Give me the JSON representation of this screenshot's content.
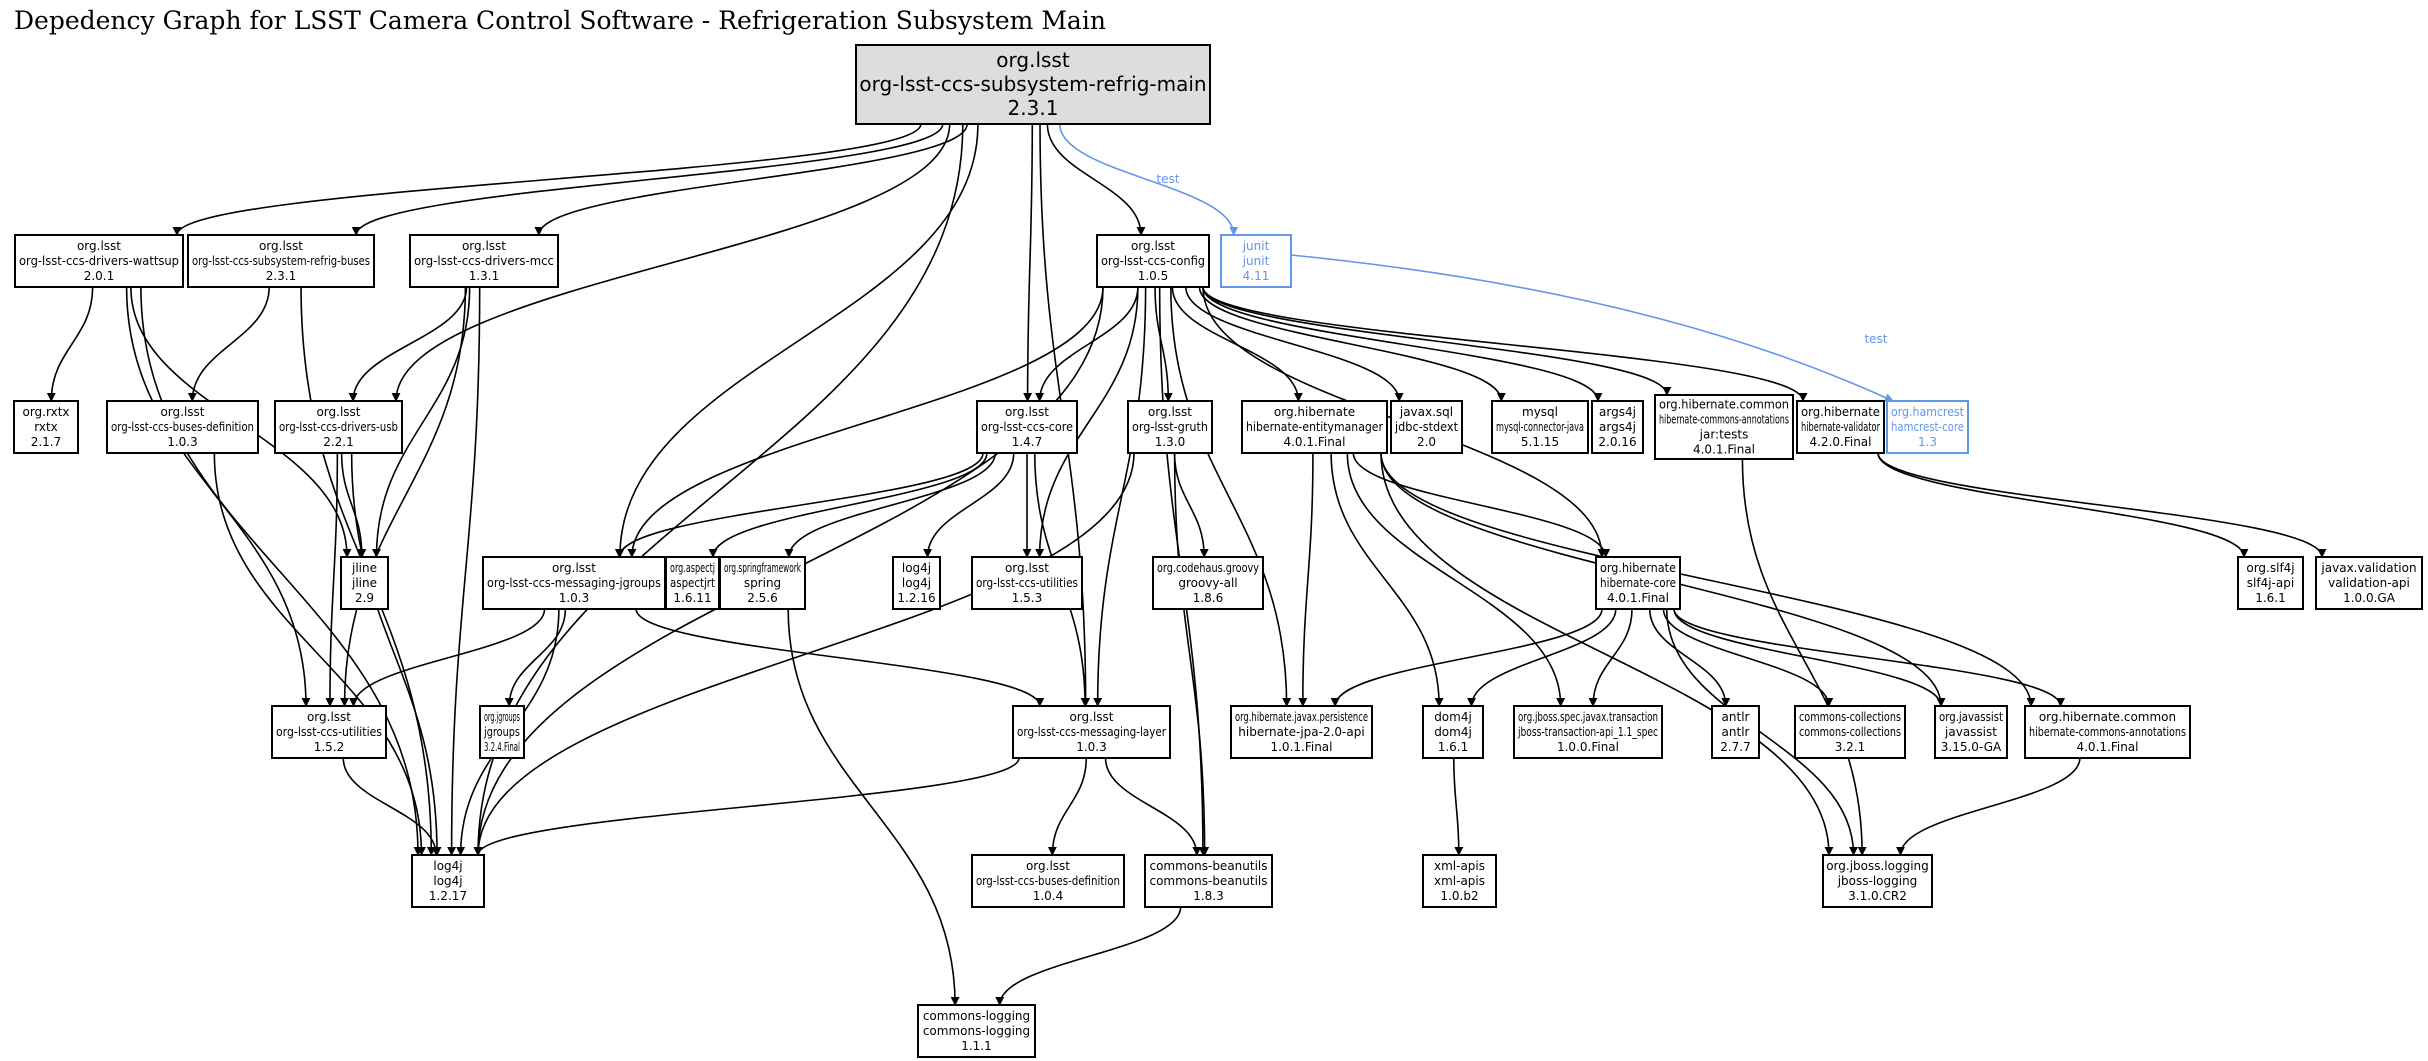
{
  "title": "Depedency Graph for LSST Camera Control Software - Refrigeration Subsystem Main",
  "graph": {
    "colors": {
      "scope_test": "#6495ed",
      "root_fill": "#dddddd",
      "default": "#000000"
    },
    "nodes": [
      {
        "id": "root",
        "group": "org.lsst",
        "artifact": "org-lsst-ccs-subsystem-refrig-main",
        "version": "2.3.1",
        "root": true
      },
      {
        "id": "wattsup",
        "group": "org.lsst",
        "artifact": "org-lsst-ccs-drivers-wattsup",
        "version": "2.0.1"
      },
      {
        "id": "refrig-buses",
        "group": "org.lsst",
        "artifact": "org-lsst-ccs-subsystem-refrig-buses",
        "version": "2.3.1"
      },
      {
        "id": "mcc",
        "group": "org.lsst",
        "artifact": "org-lsst-ccs-drivers-mcc",
        "version": "1.3.1"
      },
      {
        "id": "config",
        "group": "org.lsst",
        "artifact": "org-lsst-ccs-config",
        "version": "1.0.5"
      },
      {
        "id": "junit",
        "group": "junit",
        "artifact": "junit",
        "version": "4.11",
        "scope": "test"
      },
      {
        "id": "rxtx",
        "group": "org.rxtx",
        "artifact": "rxtx",
        "version": "2.1.7"
      },
      {
        "id": "buses-def-103",
        "group": "org.lsst",
        "artifact": "org-lsst-ccs-buses-definition",
        "version": "1.0.3"
      },
      {
        "id": "drivers-usb",
        "group": "org.lsst",
        "artifact": "org-lsst-ccs-drivers-usb",
        "version": "2.2.1"
      },
      {
        "id": "ccs-core",
        "group": "org.lsst",
        "artifact": "org-lsst-ccs-core",
        "version": "1.4.7"
      },
      {
        "id": "gruth",
        "group": "org.lsst",
        "artifact": "org-lsst-gruth",
        "version": "1.3.0"
      },
      {
        "id": "entitymanager",
        "group": "org.hibernate",
        "artifact": "hibernate-entitymanager",
        "version": "4.0.1.Final"
      },
      {
        "id": "jdbc-stdext",
        "group": "javax.sql",
        "artifact": "jdbc-stdext",
        "version": "2.0"
      },
      {
        "id": "mysql",
        "group": "mysql",
        "artifact": "mysql-connector-java",
        "version": "5.1.15"
      },
      {
        "id": "args4j",
        "group": "args4j",
        "artifact": "args4j",
        "version": "2.0.16"
      },
      {
        "id": "hca-tests",
        "group": "org.hibernate.common",
        "artifact": "hibernate-commons-annotations",
        "classifier": "jar:tests",
        "version": "4.0.1.Final"
      },
      {
        "id": "validator",
        "group": "org.hibernate",
        "artifact": "hibernate-validator",
        "version": "4.2.0.Final"
      },
      {
        "id": "hamcrest",
        "group": "org.hamcrest",
        "artifact": "hamcrest-core",
        "version": "1.3",
        "scope": "test"
      },
      {
        "id": "jline",
        "group": "jline",
        "artifact": "jline",
        "version": "2.9"
      },
      {
        "id": "jgroups-msg",
        "group": "org.lsst",
        "artifact": "org-lsst-ccs-messaging-jgroups",
        "version": "1.0.3"
      },
      {
        "id": "aspectj",
        "group": "org.aspectj",
        "artifact": "aspectjrt",
        "version": "1.6.11"
      },
      {
        "id": "spring",
        "group": "org.springframework",
        "artifact": "spring",
        "version": "2.5.6"
      },
      {
        "id": "log4j-1216",
        "group": "log4j",
        "artifact": "log4j",
        "version": "1.2.16"
      },
      {
        "id": "utilities-153",
        "group": "org.lsst",
        "artifact": "org-lsst-ccs-utilities",
        "version": "1.5.3"
      },
      {
        "id": "groovy",
        "group": "org.codehaus.groovy",
        "artifact": "groovy-all",
        "version": "1.8.6"
      },
      {
        "id": "hib-core",
        "group": "org.hibernate",
        "artifact": "hibernate-core",
        "version": "4.0.1.Final"
      },
      {
        "id": "slf4j",
        "group": "org.slf4j",
        "artifact": "slf4j-api",
        "version": "1.6.1"
      },
      {
        "id": "validation-api",
        "group": "javax.validation",
        "artifact": "validation-api",
        "version": "1.0.0.GA"
      },
      {
        "id": "utilities-152",
        "group": "org.lsst",
        "artifact": "org-lsst-ccs-utilities",
        "version": "1.5.2"
      },
      {
        "id": "jgroups",
        "group": "org.jgroups",
        "artifact": "jgroups",
        "version": "3.2.4.Final"
      },
      {
        "id": "msg-layer",
        "group": "org.lsst",
        "artifact": "org-lsst-ccs-messaging-layer",
        "version": "1.0.3"
      },
      {
        "id": "jpa-api",
        "group": "org.hibernate.javax.persistence",
        "artifact": "hibernate-jpa-2.0-api",
        "version": "1.0.1.Final"
      },
      {
        "id": "dom4j",
        "group": "dom4j",
        "artifact": "dom4j",
        "version": "1.6.1"
      },
      {
        "id": "jta",
        "group": "org.jboss.spec.javax.transaction",
        "artifact": "jboss-transaction-api_1.1_spec",
        "version": "1.0.0.Final"
      },
      {
        "id": "antlr",
        "group": "antlr",
        "artifact": "antlr",
        "version": "2.7.7"
      },
      {
        "id": "collections",
        "group": "commons-collections",
        "artifact": "commons-collections",
        "version": "3.2.1"
      },
      {
        "id": "javassist",
        "group": "org.javassist",
        "artifact": "javassist",
        "version": "3.15.0-GA"
      },
      {
        "id": "hca",
        "group": "org.hibernate.common",
        "artifact": "hibernate-commons-annotations",
        "version": "4.0.1.Final"
      },
      {
        "id": "log4j-1217",
        "group": "log4j",
        "artifact": "log4j",
        "version": "1.2.17"
      },
      {
        "id": "buses-def-104",
        "group": "org.lsst",
        "artifact": "org-lsst-ccs-buses-definition",
        "version": "1.0.4"
      },
      {
        "id": "beanutils",
        "group": "commons-beanutils",
        "artifact": "commons-beanutils",
        "version": "1.8.3"
      },
      {
        "id": "xml-apis",
        "group": "xml-apis",
        "artifact": "xml-apis",
        "version": "1.0.b2"
      },
      {
        "id": "jboss-logging",
        "group": "org.jboss.logging",
        "artifact": "jboss-logging",
        "version": "3.1.0.CR2"
      },
      {
        "id": "commons-logging",
        "group": "commons-logging",
        "artifact": "commons-logging",
        "version": "1.1.1"
      }
    ],
    "edges": [
      {
        "from": "root",
        "to": "wattsup"
      },
      {
        "from": "root",
        "to": "refrig-buses"
      },
      {
        "from": "root",
        "to": "mcc"
      },
      {
        "from": "root",
        "to": "drivers-usb"
      },
      {
        "from": "root",
        "to": "log4j-1217"
      },
      {
        "from": "root",
        "to": "jgroups-msg"
      },
      {
        "from": "root",
        "to": "ccs-core"
      },
      {
        "from": "root",
        "to": "msg-layer"
      },
      {
        "from": "root",
        "to": "config"
      },
      {
        "from": "root",
        "to": "junit",
        "scope": "test",
        "label": "test"
      },
      {
        "from": "junit",
        "to": "hamcrest",
        "scope": "test",
        "label": "test"
      },
      {
        "from": "wattsup",
        "to": "rxtx"
      },
      {
        "from": "wattsup",
        "to": "utilities-152"
      },
      {
        "from": "wattsup",
        "to": "jline"
      },
      {
        "from": "wattsup",
        "to": "log4j-1217"
      },
      {
        "from": "refrig-buses",
        "to": "buses-def-103"
      },
      {
        "from": "refrig-buses",
        "to": "log4j-1217"
      },
      {
        "from": "buses-def-103",
        "to": "log4j-1217"
      },
      {
        "from": "mcc",
        "to": "drivers-usb"
      },
      {
        "from": "mcc",
        "to": "jline"
      },
      {
        "from": "mcc",
        "to": "utilities-152"
      },
      {
        "from": "mcc",
        "to": "log4j-1217"
      },
      {
        "from": "drivers-usb",
        "to": "jline"
      },
      {
        "from": "drivers-usb",
        "to": "utilities-152"
      },
      {
        "from": "drivers-usb",
        "to": "log4j-1217"
      },
      {
        "from": "config",
        "to": "log4j-1217"
      },
      {
        "from": "config",
        "to": "jgroups-msg"
      },
      {
        "from": "config",
        "to": "ccs-core"
      },
      {
        "from": "config",
        "to": "utilities-153"
      },
      {
        "from": "config",
        "to": "msg-layer"
      },
      {
        "from": "config",
        "to": "gruth"
      },
      {
        "from": "config",
        "to": "beanutils"
      },
      {
        "from": "config",
        "to": "jpa-api"
      },
      {
        "from": "config",
        "to": "entitymanager"
      },
      {
        "from": "config",
        "to": "jdbc-stdext"
      },
      {
        "from": "config",
        "to": "mysql"
      },
      {
        "from": "config",
        "to": "args4j"
      },
      {
        "from": "config",
        "to": "hib-core"
      },
      {
        "from": "config",
        "to": "hca-tests"
      },
      {
        "from": "config",
        "to": "validator"
      },
      {
        "from": "ccs-core",
        "to": "jgroups-msg"
      },
      {
        "from": "ccs-core",
        "to": "aspectj"
      },
      {
        "from": "ccs-core",
        "to": "spring"
      },
      {
        "from": "ccs-core",
        "to": "log4j-1216"
      },
      {
        "from": "ccs-core",
        "to": "utilities-153"
      },
      {
        "from": "ccs-core",
        "to": "msg-layer"
      },
      {
        "from": "gruth",
        "to": "groovy"
      },
      {
        "from": "gruth",
        "to": "log4j-1217"
      },
      {
        "from": "gruth",
        "to": "beanutils"
      },
      {
        "from": "jgroups-msg",
        "to": "utilities-152"
      },
      {
        "from": "jgroups-msg",
        "to": "jgroups"
      },
      {
        "from": "jgroups-msg",
        "to": "log4j-1217"
      },
      {
        "from": "jgroups-msg",
        "to": "msg-layer"
      },
      {
        "from": "spring",
        "to": "commons-logging"
      },
      {
        "from": "utilities-152",
        "to": "log4j-1217"
      },
      {
        "from": "msg-layer",
        "to": "log4j-1217"
      },
      {
        "from": "msg-layer",
        "to": "buses-def-104"
      },
      {
        "from": "msg-layer",
        "to": "beanutils"
      },
      {
        "from": "beanutils",
        "to": "commons-logging"
      },
      {
        "from": "entitymanager",
        "to": "jpa-api"
      },
      {
        "from": "entitymanager",
        "to": "dom4j"
      },
      {
        "from": "entitymanager",
        "to": "jboss-logging"
      },
      {
        "from": "entitymanager",
        "to": "jta"
      },
      {
        "from": "entitymanager",
        "to": "hib-core"
      },
      {
        "from": "entitymanager",
        "to": "javassist"
      },
      {
        "from": "entitymanager",
        "to": "hca"
      },
      {
        "from": "hib-core",
        "to": "jpa-api"
      },
      {
        "from": "hib-core",
        "to": "dom4j"
      },
      {
        "from": "hib-core",
        "to": "jta"
      },
      {
        "from": "hib-core",
        "to": "antlr"
      },
      {
        "from": "hib-core",
        "to": "collections"
      },
      {
        "from": "hib-core",
        "to": "javassist"
      },
      {
        "from": "hib-core",
        "to": "hca"
      },
      {
        "from": "hib-core",
        "to": "jboss-logging"
      },
      {
        "from": "dom4j",
        "to": "xml-apis"
      },
      {
        "from": "hca",
        "to": "jboss-logging"
      },
      {
        "from": "hca-tests",
        "to": "jboss-logging"
      },
      {
        "from": "validator",
        "to": "slf4j"
      },
      {
        "from": "validator",
        "to": "validation-api"
      }
    ]
  }
}
